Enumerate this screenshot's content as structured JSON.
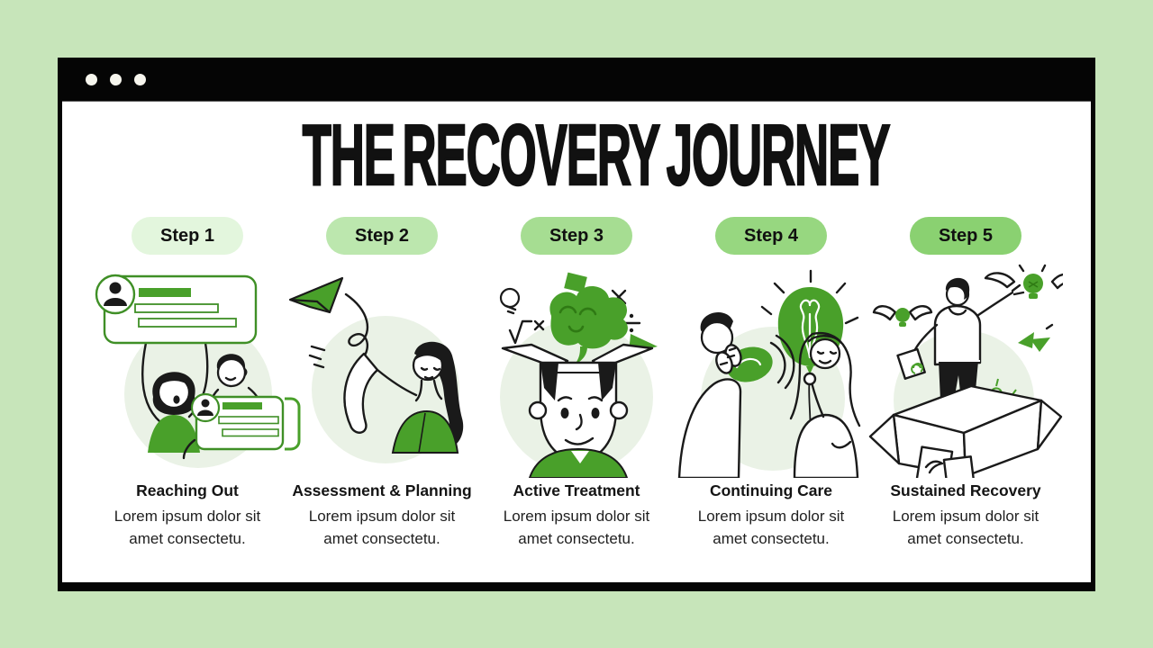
{
  "window": {
    "controls": [
      "dot",
      "dot",
      "dot"
    ]
  },
  "title": "THE RECOVERY JOURNEY",
  "steps": [
    {
      "badge": "Step 1",
      "name": "Reaching Out",
      "description": "Lorem ipsum dolor sit amet consectetu.",
      "illustration": "reaching-out",
      "badge_color": "#e3f6dd"
    },
    {
      "badge": "Step 2",
      "name": "Assessment & Planning",
      "description": "Lorem ipsum dolor sit amet consectetu.",
      "illustration": "paper-plane-planning",
      "badge_color": "#bce7ae"
    },
    {
      "badge": "Step 3",
      "name": "Active Treatment",
      "description": "Lorem ipsum dolor sit amet consectetu.",
      "illustration": "open-mind-brain",
      "badge_color": "#a6dd92"
    },
    {
      "badge": "Step 4",
      "name": "Continuing Care",
      "description": "Lorem ipsum dolor sit amet consectetu.",
      "illustration": "idea-balloons",
      "badge_color": "#97d780"
    },
    {
      "badge": "Step 5",
      "name": "Sustained Recovery",
      "description": "Lorem ipsum dolor sit amet consectetu.",
      "illustration": "out-of-the-box",
      "badge_color": "#8ad171"
    }
  ],
  "colors": {
    "page_background": "#c7e5ba",
    "window_bar": "#050505",
    "content_background": "#ffffff",
    "accent_green": "#49a02a",
    "illustration_circle": "#eaf2e6",
    "text": "#141414"
  }
}
